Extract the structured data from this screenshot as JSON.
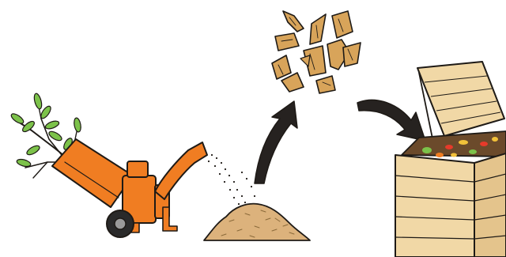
{
  "illustration": {
    "steps": [
      {
        "id": "chipper",
        "icon": "wood-chipper-icon"
      },
      {
        "id": "mulch",
        "icon": "wood-chips-pile-icon"
      },
      {
        "id": "chips",
        "icon": "wood-chunks-icon"
      },
      {
        "id": "compost",
        "icon": "compost-bin-icon"
      }
    ],
    "arrows": [
      "up-arrow-icon",
      "down-right-arrow-icon"
    ],
    "colors": {
      "chipper": "#f07d22",
      "wood": "#d8a45a",
      "mulch": "#dcb27c",
      "bin": "#f1d8a6",
      "leaves": "#7cc24a",
      "ink": "#1e1a16"
    }
  }
}
